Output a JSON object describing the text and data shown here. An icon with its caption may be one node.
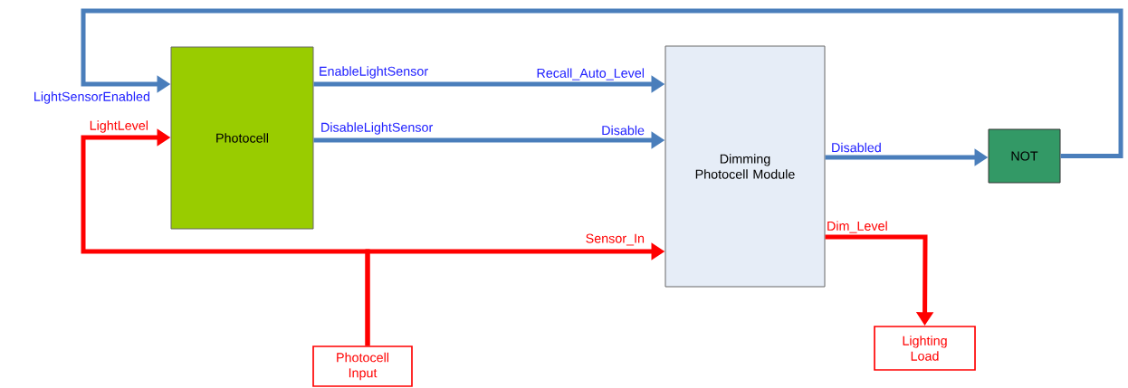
{
  "diagram": {
    "nodes": [
      {
        "text": [
          "Photocell"
        ],
        "beside": [
          "LightSensorEnabled",
          "LightLevel",
          "EnableLightSensor",
          "DisableLightSensor"
        ]
      },
      {
        "text": [
          "Dimming Photocell Module"
        ],
        "beside": [
          "Recall_Auto_Level",
          "Disable",
          "Sensor_In",
          "Disabled",
          "Dim_Level"
        ]
      },
      {
        "text": [
          "NOT"
        ]
      },
      {
        "text": [
          "Photocell Input"
        ]
      },
      {
        "text": [
          "Lighting Load"
        ]
      }
    ],
    "edges": [
      {
        "from": 0,
        "to": 1,
        "arrow": "to"
      },
      {
        "from": 0,
        "to": 1,
        "arrow": "to"
      },
      {
        "from": 1,
        "to": 2,
        "arrow": "to"
      },
      {
        "from": 2,
        "to": 0,
        "arrow": "to"
      },
      {
        "from": 3,
        "to": 0,
        "arrow": "to",
        "color": "#ff0000"
      },
      {
        "from": 3,
        "to": 1,
        "arrow": "to",
        "color": "#ff0000"
      },
      {
        "from": 1,
        "to": 4,
        "arrow": "to",
        "color": "#ff0000"
      }
    ]
  }
}
